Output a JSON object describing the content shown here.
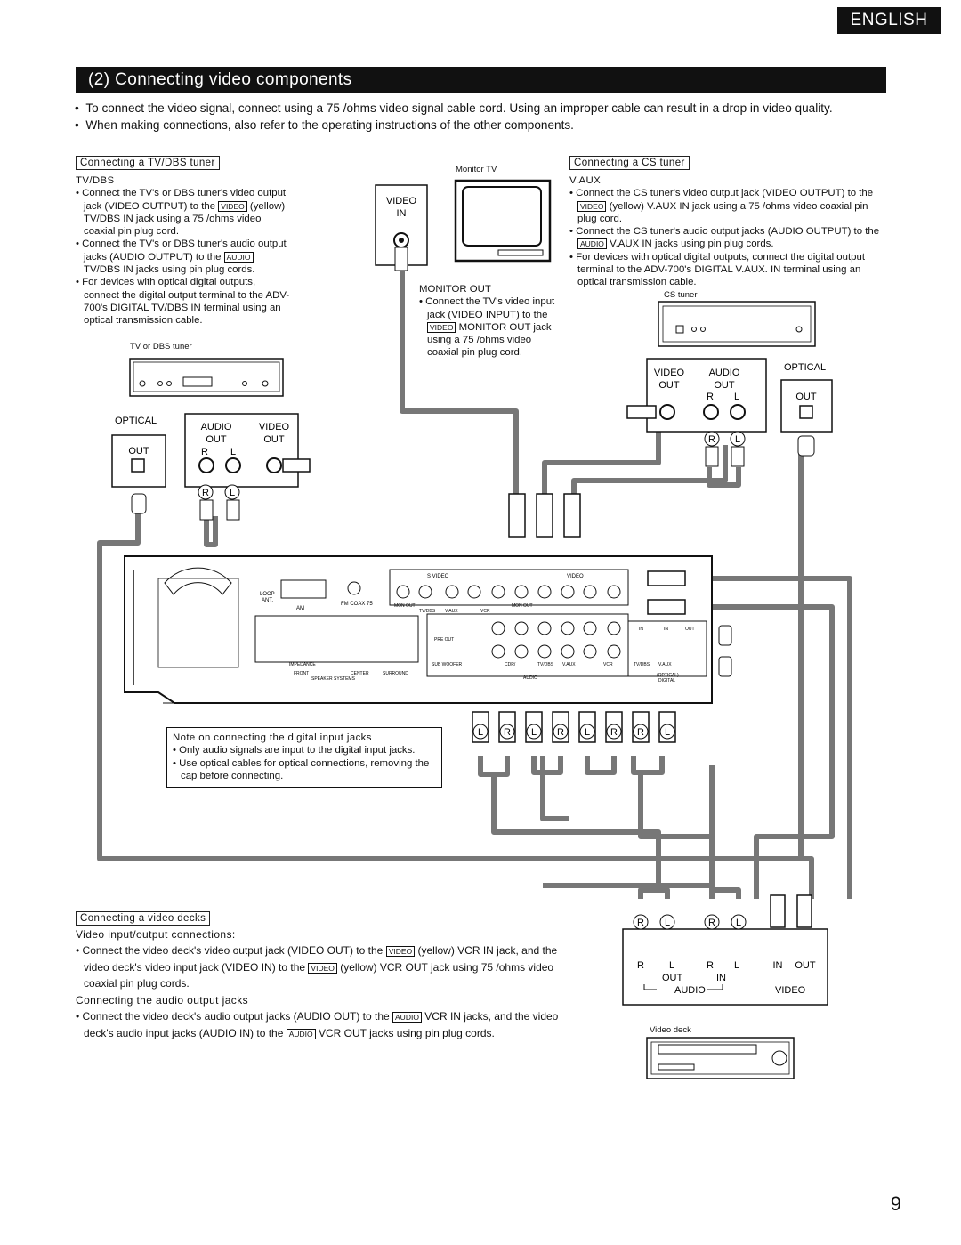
{
  "header": {
    "language": "ENGLISH",
    "title": "(2) Connecting video components"
  },
  "intro": [
    "To connect the video signal, connect using a 75 /ohms video signal cable cord. Using an improper cable can result in a drop in video quality.",
    "When making connections, also refer to the operating instructions of the other components."
  ],
  "tv_section": {
    "heading": "Connecting a TV/DBS tuner",
    "subheading": "TV/DBS",
    "b1_a": "Connect the TV's or DBS tuner's video output jack (VIDEO OUTPUT) to the",
    "b1_tag": "VIDEO",
    "b1_b": "(yellow) TV/DBS IN jack using a 75 /ohms video coaxial pin plug cord.",
    "b2_a": "Connect the TV's or DBS tuner's audio output jacks (AUDIO OUTPUT) to the",
    "b2_tag": "AUDIO",
    "b2_b": "TV/DBS IN jacks using pin plug cords.",
    "b3": "For devices with optical digital outputs, connect the digital output terminal to the ADV-700's DIGITAL TV/DBS IN terminal using an optical transmission cable.",
    "device": "TV or DBS tuner",
    "optical": "OPTICAL",
    "out": "OUT",
    "audio_out": "AUDIO\nOUT",
    "video_out": "VIDEO\nOUT",
    "r": "R",
    "l": "L"
  },
  "monitor": {
    "device": "Monitor TV",
    "video_in": "VIDEO\nIN",
    "heading": "MONITOR OUT",
    "b1_a": "Connect the TV's video input jack (VIDEO INPUT) to the",
    "b1_tag": "VIDEO",
    "b1_b": "MONITOR OUT jack using a 75 /ohms video coaxial pin plug cord."
  },
  "cs_section": {
    "heading": "Connecting a CS tuner",
    "subheading": "V.AUX",
    "b1_a": "Connect the CS tuner's video output jack (VIDEO OUTPUT) to the",
    "b1_tag": "VIDEO",
    "b1_b": "(yellow) V.AUX IN jack using a 75 /ohms video coaxial pin plug cord.",
    "b2_a": "Connect the CS tuner's audio output jacks (AUDIO OUTPUT) to the",
    "b2_tag": "AUDIO",
    "b2_b": "V.AUX IN jacks using pin plug cords.",
    "b3": "For devices with optical digital outputs, connect the digital output terminal to the ADV-700's DIGITAL V.AUX. IN terminal using an optical transmission cable.",
    "device": "CS tuner",
    "video_out": "VIDEO\nOUT",
    "audio_out": "AUDIO\nOUT",
    "optical": "OPTICAL",
    "out": "OUT"
  },
  "note": {
    "heading": "Note on connecting the digital input jacks",
    "b1": "Only audio signals are input to the digital input jacks.",
    "b2": "Use optical cables for optical connections, removing the cap before connecting."
  },
  "vcr_section": {
    "heading": "Connecting a video decks",
    "sub1": "Video input/output connections:",
    "p1_a": "Connect the video deck's video output jack (VIDEO OUT) to the",
    "p1_tag": "VIDEO",
    "p1_b": "(yellow) VCR IN jack, and the video deck's video input jack (VIDEO IN) to the",
    "p1_tag2": "VIDEO",
    "p1_c": "(yellow) VCR OUT jack using 75 /ohms video coaxial pin plug cords.",
    "sub2": "Connecting the audio output jacks",
    "p2_a": "Connect the video deck's audio output jacks (AUDIO OUT) to the",
    "p2_tag": "AUDIO",
    "p2_b": "VCR IN jacks, and the video deck's audio input jacks (AUDIO IN) to the",
    "p2_tag2": "AUDIO",
    "p2_c": "VCR OUT jacks using pin plug cords.",
    "device": "Video deck",
    "out": "OUT",
    "in": "IN",
    "audio": "AUDIO",
    "video": "VIDEO"
  },
  "receiver": {
    "s_video": "S VIDEO",
    "video": "VIDEO",
    "loop_ant": "LOOP\nANT.",
    "am": "AM",
    "fm": "FM COAX 75",
    "mon_out": "MON OUT",
    "in": "IN",
    "out": "OUT",
    "tvdbs": "TV/DBS",
    "vaux": "V.AUX",
    "vcr": "VCR",
    "pre_out": "PRE OUT",
    "sub_woofer": "SUB WOOFER",
    "cdr_tape": "CDR/\nTAPE",
    "audio": "AUDIO",
    "optical_digital": "(OPTICAL)\nDIGITAL",
    "front": "FRONT",
    "center": "CENTER",
    "surround": "SURROUND",
    "impedance": "IMPEDANCE\n6~16",
    "speaker_systems": "SPEAKER SYSTEMS"
  },
  "page_number": "9"
}
